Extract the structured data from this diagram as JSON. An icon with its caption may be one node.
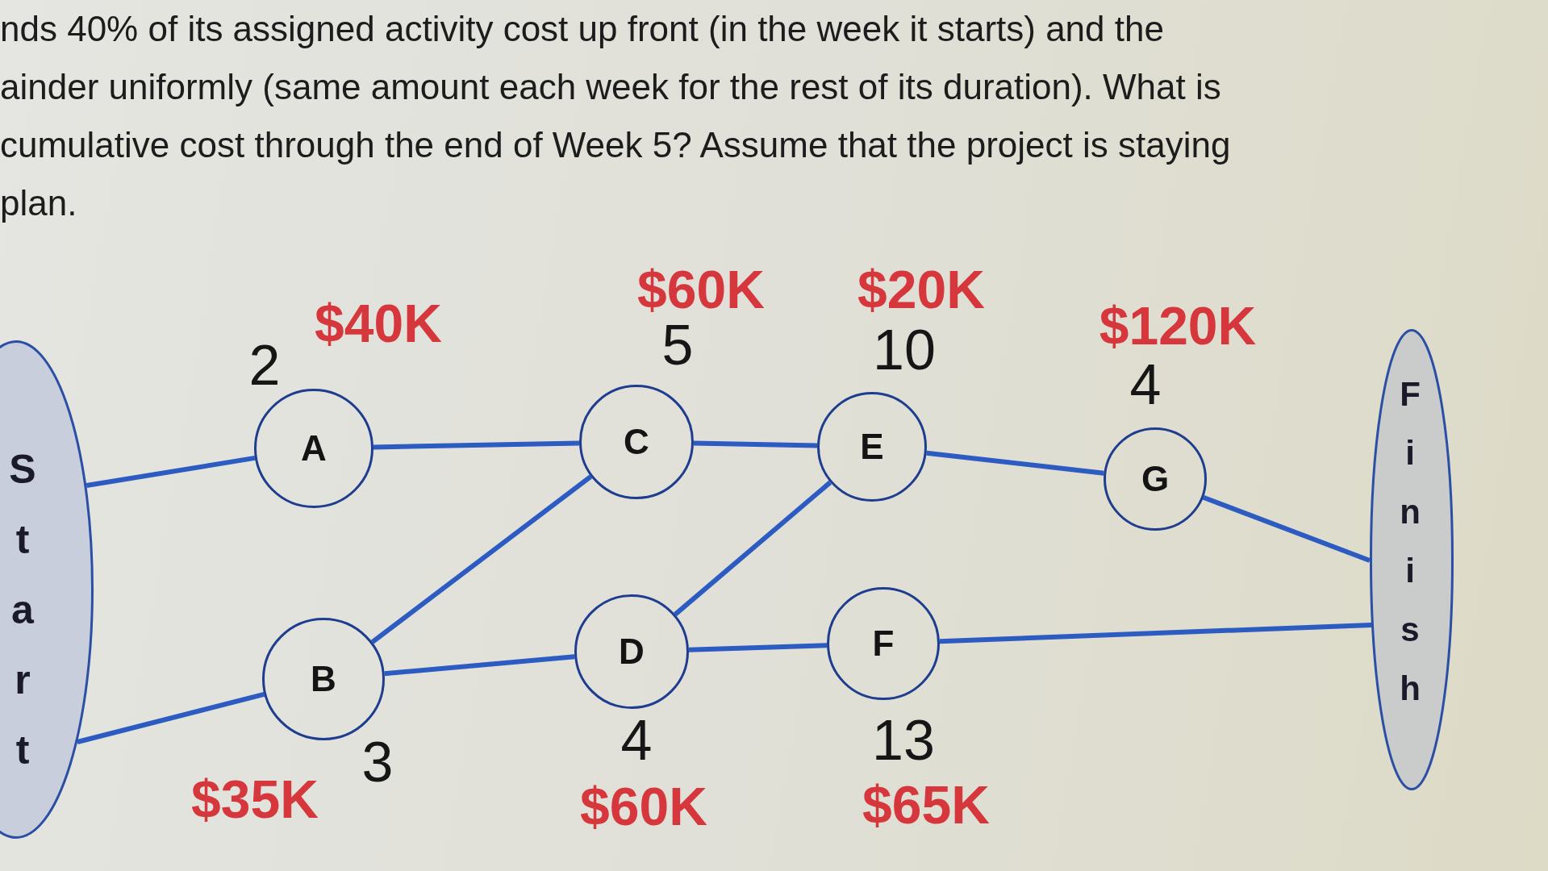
{
  "diagram": {
    "nodes": [
      {
        "text": [
          "Start"
        ]
      },
      {
        "text": [
          "A"
        ],
        "beside": [
          "$40K",
          "2"
        ]
      },
      {
        "text": [
          "B"
        ],
        "beside": [
          "3",
          "$35K"
        ]
      },
      {
        "text": [
          "C"
        ],
        "beside": [
          "$60K",
          "5"
        ]
      },
      {
        "text": [
          "D"
        ],
        "beside": [
          "4",
          "$60K"
        ]
      },
      {
        "text": [
          "E"
        ],
        "beside": [
          "$20K",
          "10"
        ]
      },
      {
        "text": [
          "F"
        ],
        "beside": [
          "13",
          "$65K"
        ]
      },
      {
        "text": [
          "G"
        ],
        "beside": [
          "$120K",
          "4"
        ]
      },
      {
        "text": [
          "Finish"
        ]
      }
    ],
    "edges": [
      {
        "from": 0,
        "to": 1,
        "arrow": "none"
      },
      {
        "from": 0,
        "to": 2,
        "arrow": "none"
      },
      {
        "from": 1,
        "to": 3,
        "arrow": "none"
      },
      {
        "from": 2,
        "to": 3,
        "arrow": "none"
      },
      {
        "from": 2,
        "to": 4,
        "arrow": "none"
      },
      {
        "from": 3,
        "to": 5,
        "arrow": "none"
      },
      {
        "from": 4,
        "to": 5,
        "arrow": "none"
      },
      {
        "from": 4,
        "to": 6,
        "arrow": "none"
      },
      {
        "from": 5,
        "to": 7,
        "arrow": "none"
      },
      {
        "from": 7,
        "to": 8,
        "arrow": "none"
      },
      {
        "from": 6,
        "to": 8,
        "arrow": "none"
      }
    ],
    "labels": [
      "nds 40% of its assigned activity cost up front (in the week it starts) and the ainder uniformly (same amount each week for the rest of its duration). What is cumulative cost through the end of Week 5? Assume that the project is staying plan."
    ]
  }
}
